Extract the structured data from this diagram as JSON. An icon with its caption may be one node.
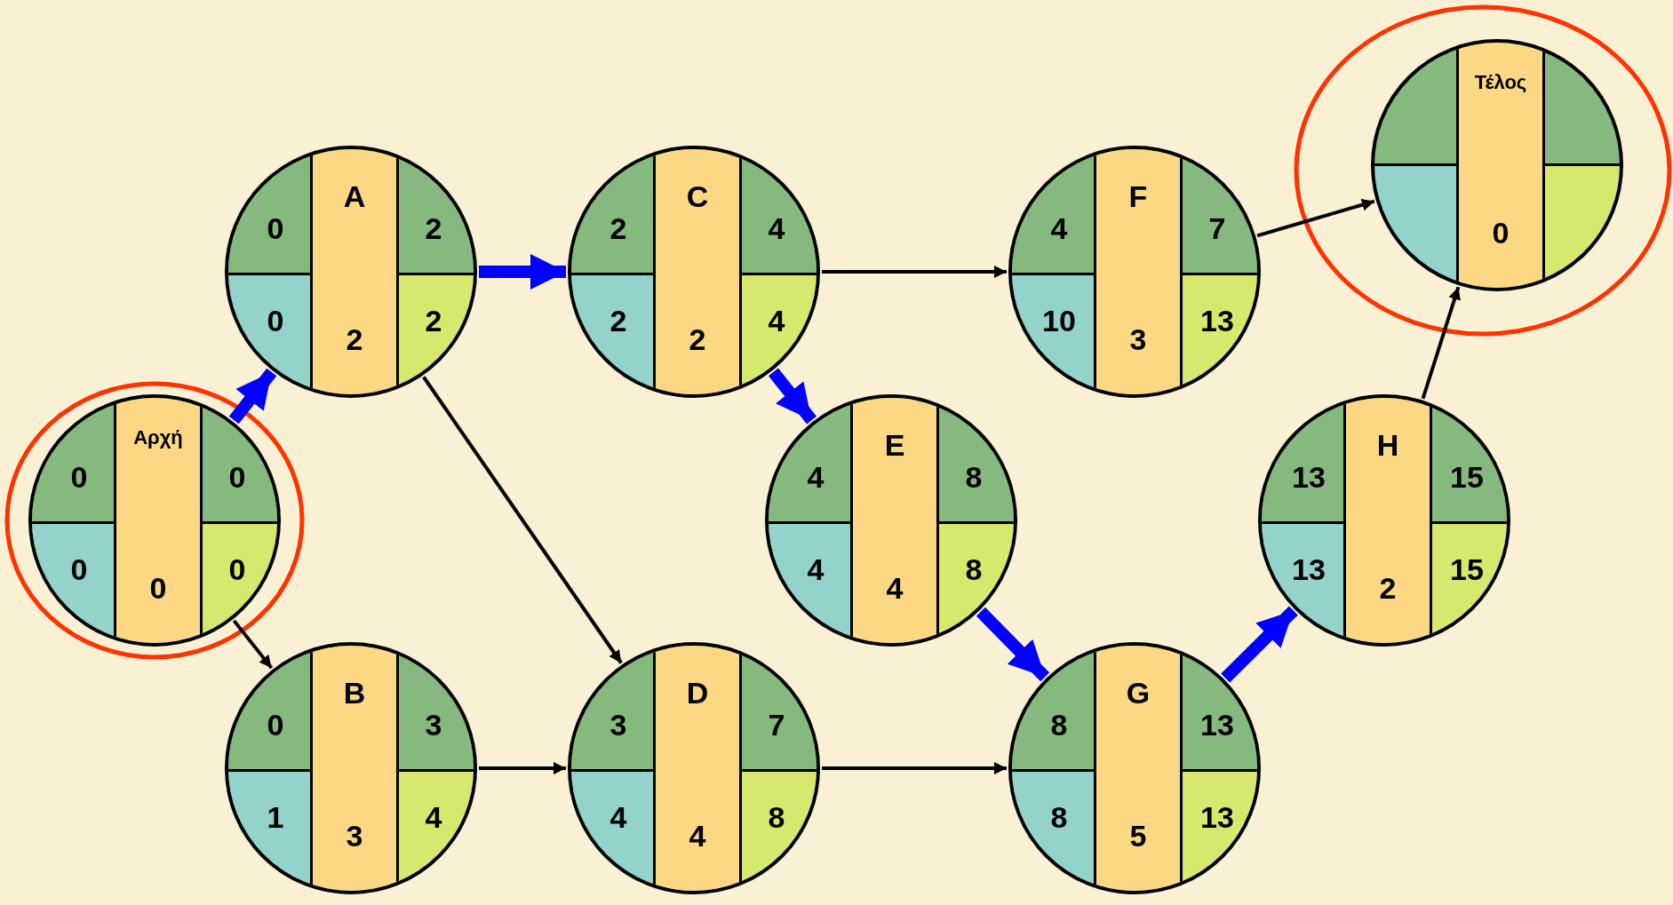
{
  "diagram": {
    "nodes": [
      {
        "text": [
          "Αρχή",
          "0",
          "0",
          "0",
          "0",
          "0"
        ]
      },
      {
        "text": [
          "A",
          "0",
          "2",
          "0",
          "2",
          "2"
        ]
      },
      {
        "text": [
          "B",
          "0",
          "3",
          "1",
          "4",
          "3"
        ]
      },
      {
        "text": [
          "C",
          "2",
          "4",
          "2",
          "4",
          "2"
        ]
      },
      {
        "text": [
          "D",
          "3",
          "7",
          "4",
          "8",
          "4"
        ]
      },
      {
        "text": [
          "E",
          "4",
          "8",
          "4",
          "8",
          "4"
        ]
      },
      {
        "text": [
          "F",
          "4",
          "7",
          "10",
          "13",
          "3"
        ]
      },
      {
        "text": [
          "G",
          "8",
          "13",
          "8",
          "13",
          "5"
        ]
      },
      {
        "text": [
          "H",
          "13",
          "15",
          "13",
          "15",
          "2"
        ]
      },
      {
        "text": [
          "Τέλος",
          "0"
        ]
      }
    ],
    "edges": [
      {
        "from": 0,
        "to": 1,
        "arrow": "to",
        "style": "thick",
        "color": "#0000ff"
      },
      {
        "from": 0,
        "to": 2,
        "arrow": "to"
      },
      {
        "from": 1,
        "to": 3,
        "arrow": "to",
        "style": "thick",
        "color": "#0000ff"
      },
      {
        "from": 1,
        "to": 4,
        "arrow": "to"
      },
      {
        "from": 3,
        "to": 6,
        "arrow": "to"
      },
      {
        "from": 3,
        "to": 5,
        "arrow": "to",
        "style": "thick",
        "color": "#0000ff"
      },
      {
        "from": 2,
        "to": 4,
        "arrow": "to"
      },
      {
        "from": 4,
        "to": 7,
        "arrow": "to"
      },
      {
        "from": 5,
        "to": 7,
        "arrow": "to",
        "style": "thick",
        "color": "#0000ff"
      },
      {
        "from": 7,
        "to": 8,
        "arrow": "to",
        "style": "thick",
        "color": "#0000ff"
      },
      {
        "from": 6,
        "to": 9,
        "arrow": "to"
      },
      {
        "from": 8,
        "to": 9,
        "arrow": "to"
      }
    ]
  }
}
